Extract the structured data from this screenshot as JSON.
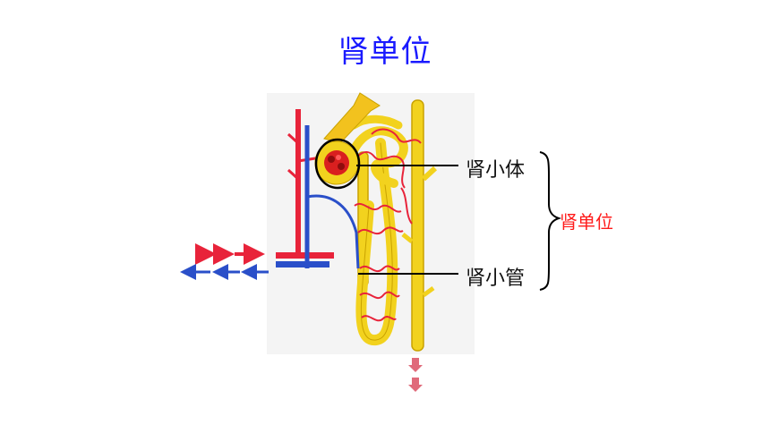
{
  "title": "肾单位",
  "labels": {
    "renal_corpuscle": "肾小体",
    "renal_tubule": "肾小管",
    "nephron": "肾单位"
  },
  "colors": {
    "title": "#1a1aff",
    "nephron_label": "#ff1a1a",
    "artery": "#e8233a",
    "vein": "#2a4fc9",
    "tubule": "#f2d21e",
    "tubule_outline": "#c9a200"
  },
  "icons": [
    "blood-flow-in-arrows",
    "blood-flow-out-arrows",
    "urine-flow-arrows",
    "brace-icon"
  ]
}
